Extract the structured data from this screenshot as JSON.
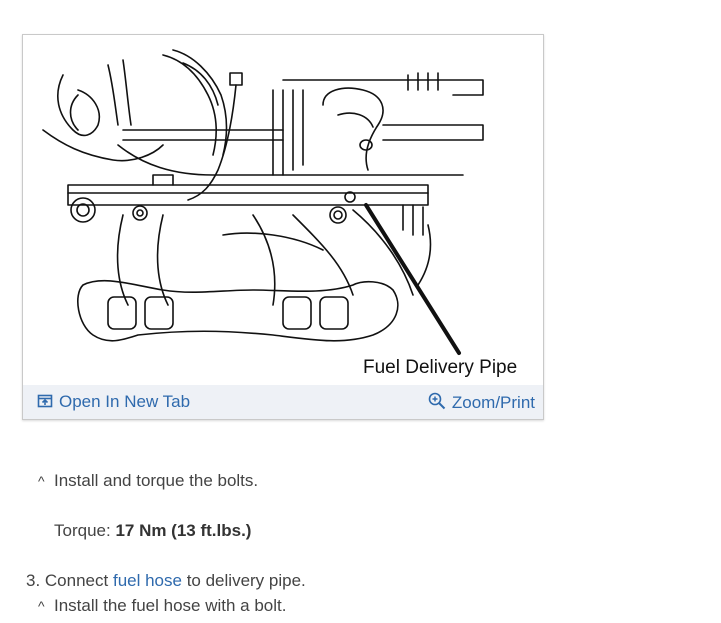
{
  "figure": {
    "callout_label": "Fuel Delivery Pipe",
    "open_tab_label": "Open In New Tab",
    "zoom_label": "Zoom/Print",
    "icons": {
      "open": "open-in-new-tab-icon",
      "zoom": "zoom-in-icon"
    }
  },
  "steps": {
    "bullet1": "Install and torque the bolts.",
    "torque_label": "Torque:",
    "torque_value": "17 Nm (13 ft.lbs.)",
    "step3_prefix": "3. Connect",
    "step3_link": "fuel hose",
    "step3_suffix": "to delivery pipe.",
    "bullet2": "Install the fuel hose with a bolt.",
    "bullet_glyph": "^"
  },
  "colors": {
    "link": "#2f6aad",
    "bar_bg": "#eef1f6"
  }
}
